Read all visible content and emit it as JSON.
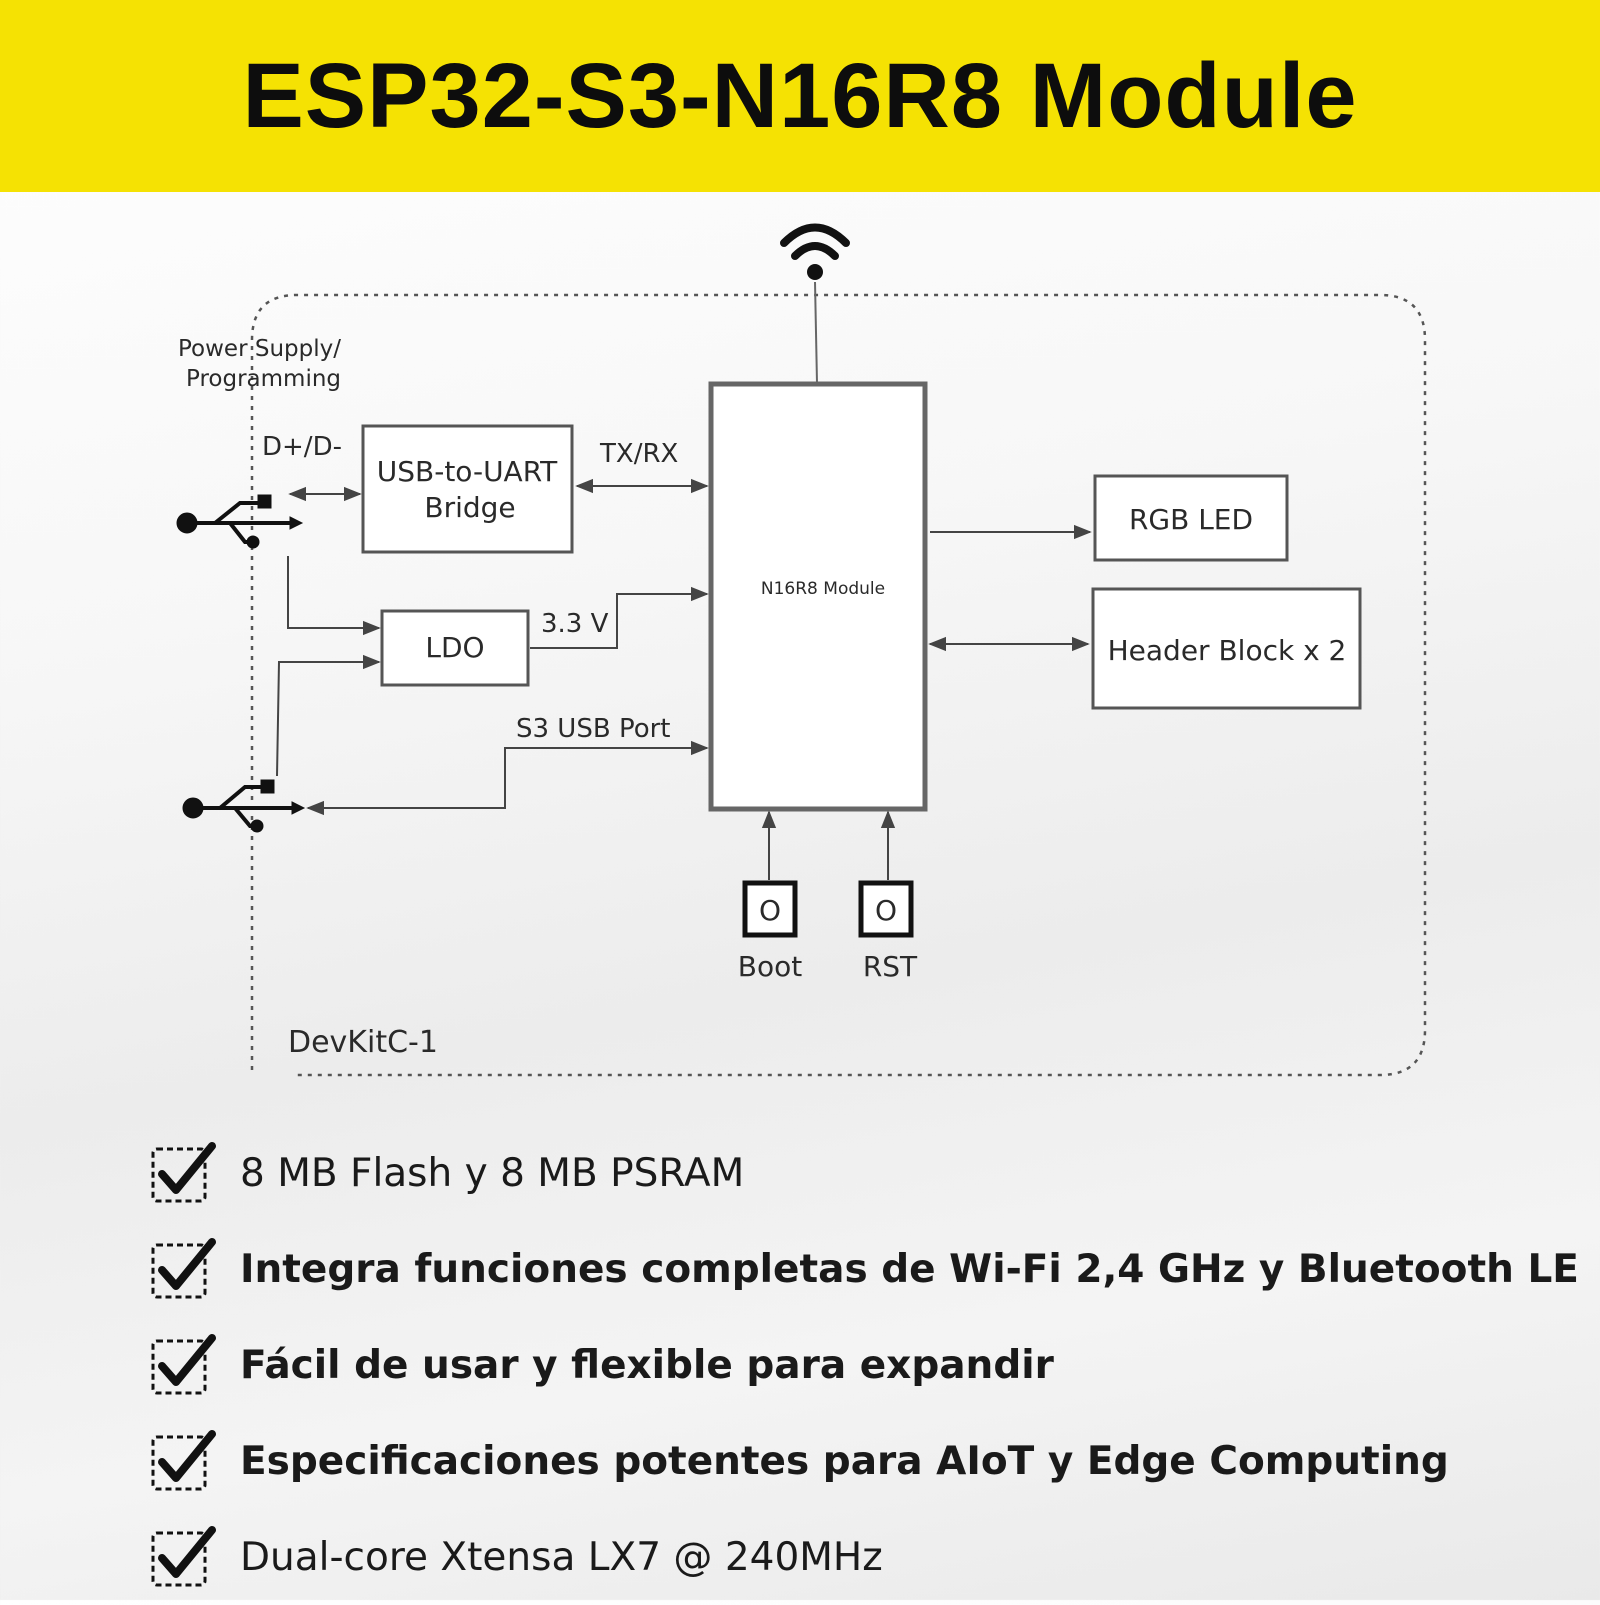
{
  "title": "ESP32-S3-N16R8 Module",
  "diagram": {
    "power_supply_label": "Power Supply/",
    "programming_label": "Programming",
    "dp_dm_label": "D+/D-",
    "usb_uart_line1": "USB-to-UART",
    "usb_uart_line2": "Bridge",
    "txrx_label": "TX/RX",
    "ldo_label": "LDO",
    "v33_label": "3.3 V",
    "s3_usb_label": "S3 USB Port",
    "module_label": "N16R8 Module",
    "rgb_led_label": "RGB LED",
    "header_block_label": "Header Block x 2",
    "boot_label": "Boot",
    "rst_label": "RST",
    "button_glyph": "O",
    "board_label": "DevKitC-1"
  },
  "features": [
    {
      "text": "8 MB Flash y 8 MB PSRAM",
      "weight": "light"
    },
    {
      "text": "Integra funciones completas de Wi-Fi 2,4 GHz y Bluetooth LE",
      "weight": "bold"
    },
    {
      "text": "Fácil de usar y flexible para expandir",
      "weight": "bold"
    },
    {
      "text": "Especificaciones potentes para AIoT y Edge Computing",
      "weight": "bold"
    },
    {
      "text": "Dual-core Xtensa LX7 @ 240MHz",
      "weight": "light"
    }
  ],
  "colors": {
    "header_bg": "#f5e203",
    "title": "#0d0d0d",
    "line": "#444444"
  }
}
